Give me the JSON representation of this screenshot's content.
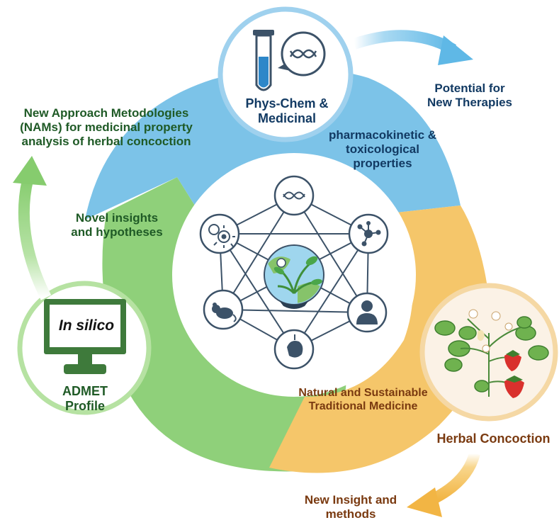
{
  "colors": {
    "blue": "#7cc3e8",
    "green": "#8fd07a",
    "orange": "#f5c66a",
    "navy": "#123a63",
    "dark_green": "#1f5a26",
    "brown": "#7a3a10",
    "icon_slate": "#3c5268"
  },
  "top_node": {
    "label": "Phys-Chem &\nMedicinal",
    "icons": [
      "test-tube-icon",
      "dna-icon"
    ]
  },
  "left_node": {
    "screen_text": "In silico",
    "label": "ADMET\nProfile",
    "icon": "computer-monitor-icon"
  },
  "right_node": {
    "icon": "strawberry-plant-icon"
  },
  "labels": {
    "nams": "New Approach Metodologies\n(NAMs) for medicinal property\nanalysis of herbal concoction",
    "potential": "Potential for\nNew Therapies",
    "pk": "pharmacokinetic &\ntoxicological\nproperties",
    "novel": "Novel insights\nand hypotheses",
    "natural": "Natural and Sustainable\nTraditional Medicine",
    "herbal": "Herbal Concoction",
    "new_insight": "New Insight and\nmethods"
  },
  "network": {
    "center_icon": "globe-plant-icon",
    "nodes": [
      "dna-icon",
      "molecule-icon",
      "person-icon",
      "organ-icon",
      "mouse-icon",
      "cell-icon"
    ]
  }
}
